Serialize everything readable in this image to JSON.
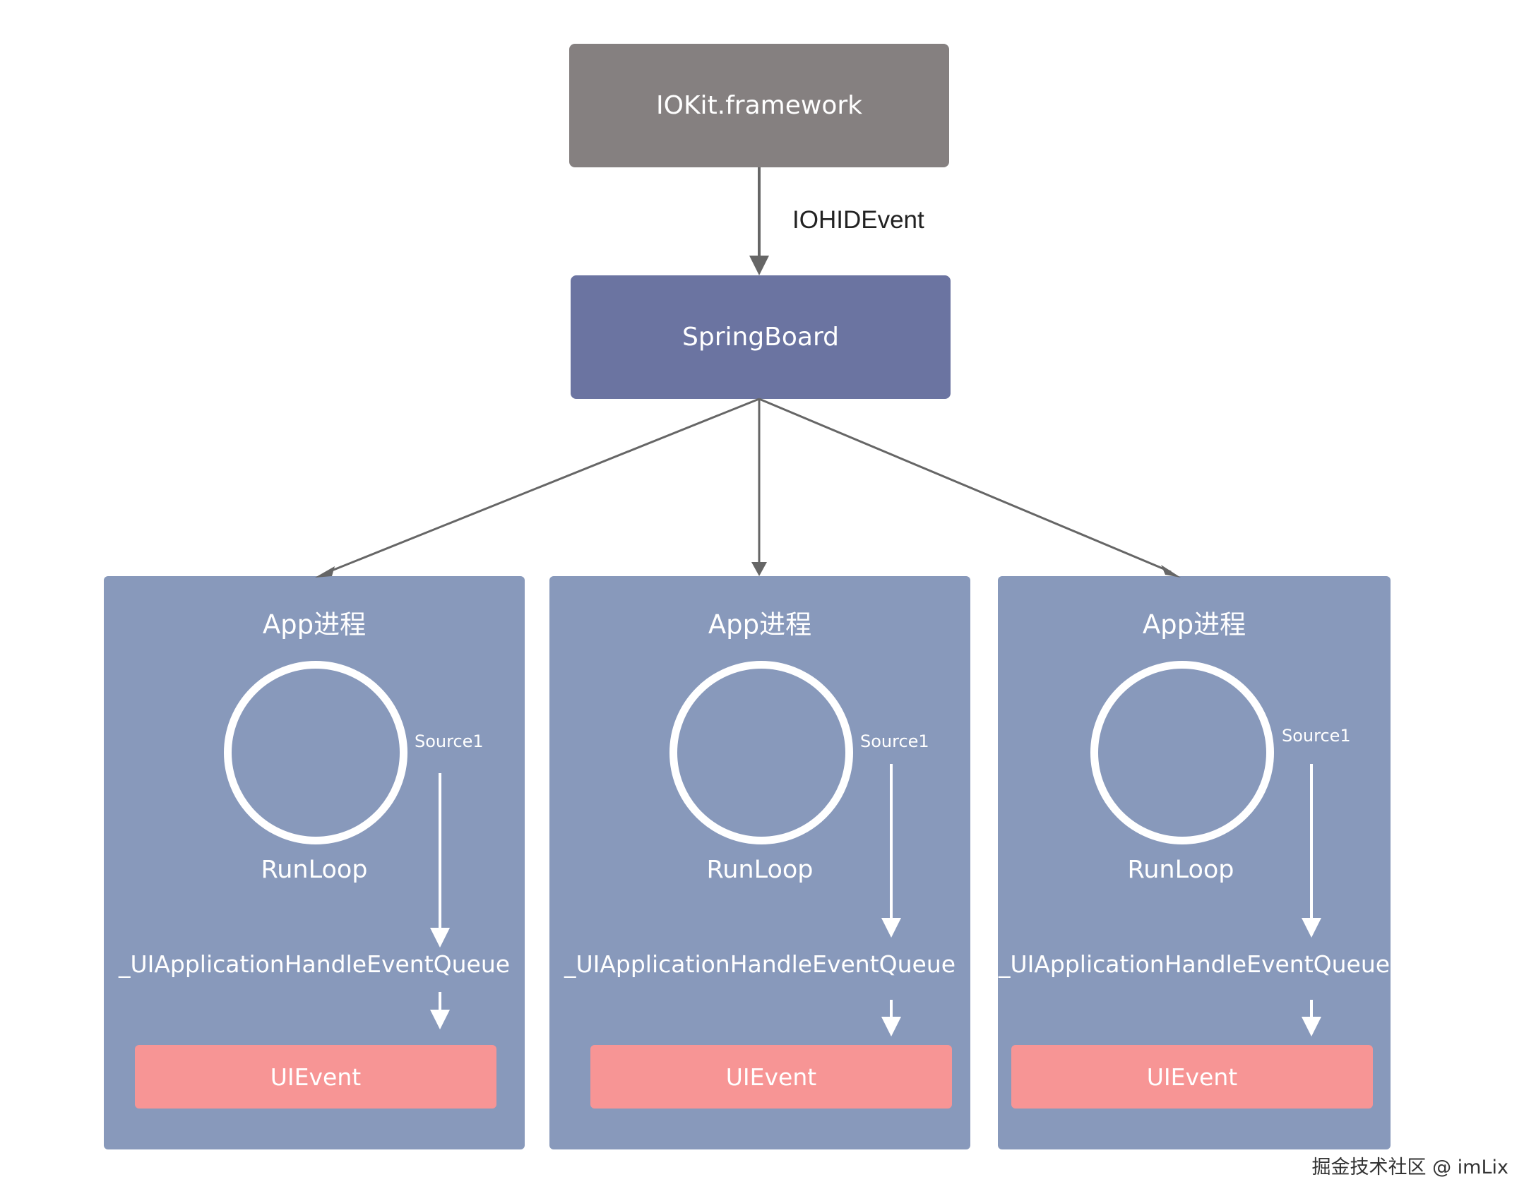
{
  "top_node": {
    "label": "IOKit.framework"
  },
  "edge_label": "IOHIDEvent",
  "springboard": {
    "label": "SpringBoard"
  },
  "apps": [
    {
      "title": "App进程",
      "runloop": "RunLoop",
      "source": "Source1",
      "queue": "_UIApplicationHandleEventQueue",
      "event": "UIEvent"
    },
    {
      "title": "App进程",
      "runloop": "RunLoop",
      "source": "Source1",
      "queue": "_UIApplicationHandleEventQueue",
      "event": "UIEvent"
    },
    {
      "title": "App进程",
      "runloop": "RunLoop",
      "source": "Source1",
      "queue": "_UIApplicationHandleEventQueue",
      "event": "UIEvent"
    }
  ],
  "watermark": "掘金技术社区 @ imLix",
  "colors": {
    "iokit": "#858080",
    "springboard": "#6b74a1",
    "app_bg": "#8899bb",
    "uievent": "#f79595",
    "connector": "#666666"
  }
}
